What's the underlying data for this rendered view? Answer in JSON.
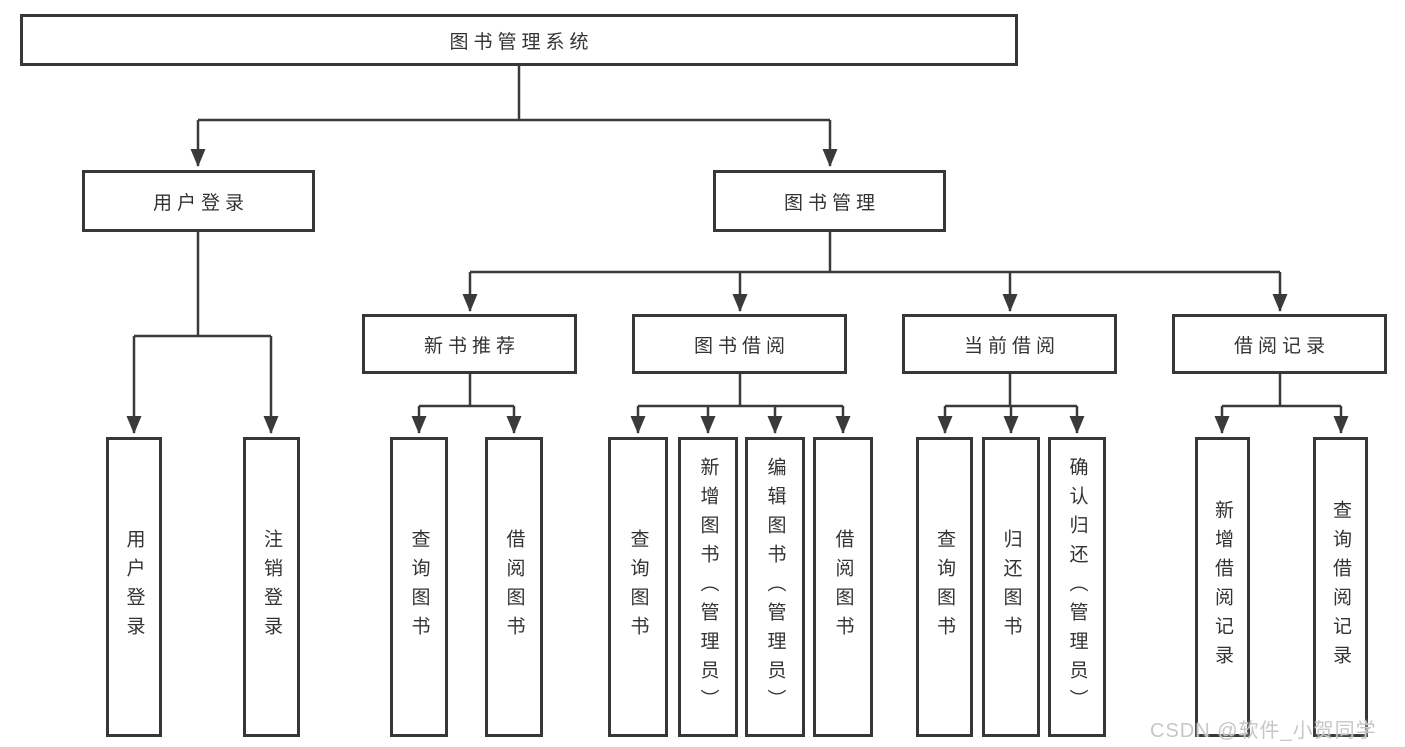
{
  "colors": {
    "line": "#3a3a3a",
    "box_border": "#373737",
    "text": "#333333",
    "watermark": "#c7c7c7",
    "background": "#ffffff"
  },
  "watermark": {
    "text": "CSDN @软件_小贺同学"
  },
  "tree": {
    "label": "图书管理系统",
    "children": [
      {
        "label": "用户登录",
        "children": [
          {
            "label": "用户登录"
          },
          {
            "label": "注销登录"
          }
        ]
      },
      {
        "label": "图书管理",
        "children": [
          {
            "label": "新书推荐",
            "children": [
              {
                "label": "查询图书"
              },
              {
                "label": "借阅图书"
              }
            ]
          },
          {
            "label": "图书借阅",
            "children": [
              {
                "label": "查询图书"
              },
              {
                "label": "新增图书（管理员）"
              },
              {
                "label": "编辑图书（管理员）"
              },
              {
                "label": "借阅图书"
              }
            ]
          },
          {
            "label": "当前借阅",
            "children": [
              {
                "label": "查询图书"
              },
              {
                "label": "归还图书"
              },
              {
                "label": "确认归还（管理员）"
              }
            ]
          },
          {
            "label": "借阅记录",
            "children": [
              {
                "label": "新增借阅记录"
              },
              {
                "label": "查询借阅记录"
              }
            ]
          }
        ]
      }
    ]
  }
}
